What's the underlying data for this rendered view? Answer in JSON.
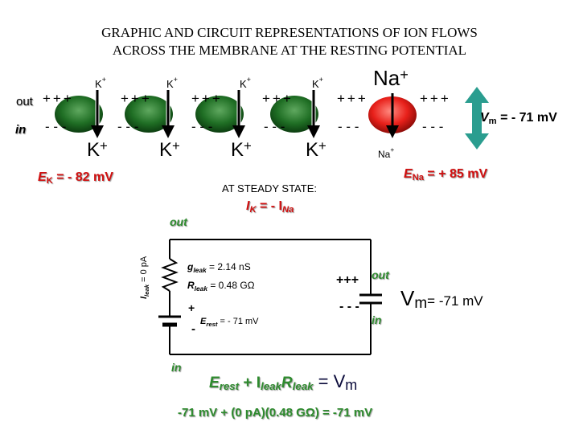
{
  "title_line1": "GRAPHIC AND CIRCUIT REPRESENTATIONS OF ION FLOWS",
  "title_line2": "ACROSS THE MEMBRANE AT THE RESTING POTENTIAL",
  "membrane": {
    "out_label": "out",
    "in_label": "in",
    "plus_signs": "+++",
    "minus_signs": "- - -",
    "k_channel_ion": "K",
    "ion_charge": "+",
    "na_channel_ion": "Na",
    "vm_label": "V",
    "vm_sub": "m",
    "vm_value": " = - 71 mV"
  },
  "equilibrium": {
    "ek_label": "E",
    "ek_sub": "K",
    "ek_value": " = - 82 mV",
    "ena_label": "E",
    "ena_sub": "Na",
    "ena_value": " = + 85 mV"
  },
  "steady_state": {
    "heading": "AT STEADY STATE:",
    "i_label": "I",
    "i_sub_k": "K",
    "equals_minus": " = - I",
    "i_sub_na": "Na"
  },
  "circuit": {
    "out_label": "out",
    "in_label": "in",
    "ileak_label": "I",
    "ileak_sub": "leak",
    "ileak_value": " = 0 pA",
    "gleak_label": "g",
    "gleak_sub": "leak",
    "gleak_value": " = 2.14 nS",
    "rleak_label": "R",
    "rleak_sub": "leak",
    "rleak_value": " = 0.48 GΩ",
    "battery_plus": "+",
    "battery_minus": "-",
    "erest_label": "E",
    "erest_sub": "rest",
    "erest_value": " = - 71 mV",
    "cap_plus": "+++",
    "cap_minus": "- - -",
    "cap_out": "out",
    "cap_in": "in",
    "vm_label": "V",
    "vm_sub": "m",
    "vm_value": "= -71 mV"
  },
  "equation": {
    "erest_label": "E",
    "erest_sub": "rest",
    "plus": " + I",
    "ileak_sub": "leak",
    "r": "R",
    "rleak_sub": "leak",
    "equals": " = V",
    "vm_sub": "m"
  },
  "calculation": {
    "text": "-71 mV + (0 pA)(0.48 GΩ) = -71 mV"
  },
  "colors": {
    "membrane_green": "#1b5e20",
    "channel_red": "#e8201a",
    "arrow_teal": "#2a9d8f",
    "equilibrium_red": "#d01010",
    "circuit_line": "#000000"
  }
}
